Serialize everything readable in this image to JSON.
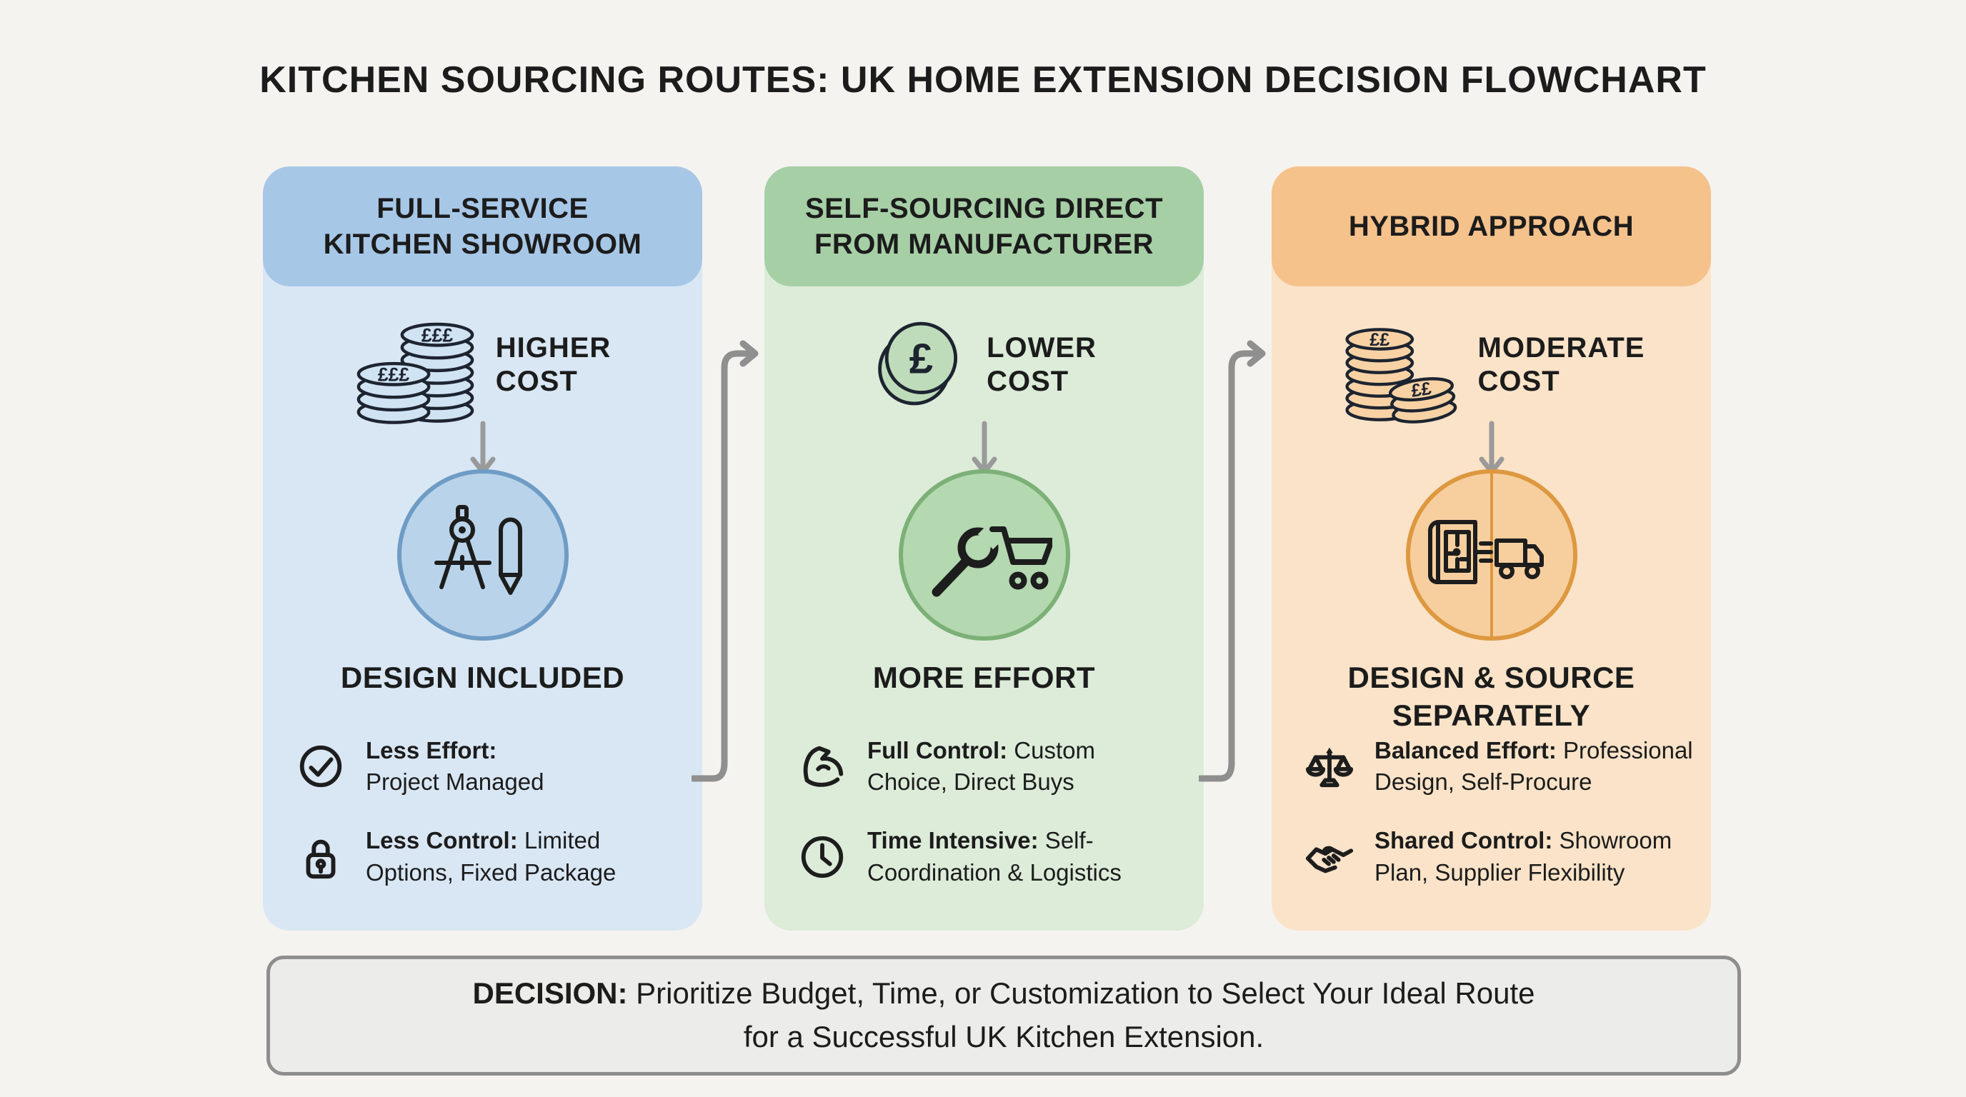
{
  "title": "KITCHEN SOURCING ROUTES: UK HOME EXTENSION DECISION FLOWCHART",
  "colors": {
    "background": "#f5f3ef",
    "text": "#1c1c1c",
    "arrow": "#9a9a9a",
    "connector": "#8f8f8f",
    "decision_bg": "#ececea",
    "decision_border": "#8e8e8e"
  },
  "flow": {
    "down_arrow_icon": "down-arrow-icon",
    "connector_arrow_icon": "elbow-arrow-icon"
  },
  "columns": [
    {
      "id": "full-service-showroom",
      "header": "FULL-SERVICE\nKITCHEN SHOWROOM",
      "colors": {
        "header_bg": "#a7c7e7",
        "body_bg": "#d9e7f4",
        "circle_fill": "#b9d3ea",
        "circle_border": "#6f9cc5",
        "coin_fill": "#cfe3f3"
      },
      "cost": {
        "icon": "pound-coin-stacks-icon",
        "coin_text": "£££",
        "label": "HIGHER\nCOST"
      },
      "center": {
        "icon": "drafting-compass-pencil-icon",
        "label": "DESIGN INCLUDED"
      },
      "bullets": [
        {
          "icon": "check-circle-icon",
          "bold": "Less Effort:",
          "text": "\nProject Managed"
        },
        {
          "icon": "padlock-icon",
          "bold": "Less Control:",
          "text": " Limited\nOptions, Fixed Package"
        }
      ]
    },
    {
      "id": "self-sourcing-direct",
      "header": "SELF-SOURCING DIRECT\nFROM MANUFACTURER",
      "colors": {
        "header_bg": "#a6cfa6",
        "body_bg": "#dcecd9",
        "circle_fill": "#b4d8b0",
        "circle_border": "#7cb077",
        "coin_fill": "#bedcba"
      },
      "cost": {
        "icon": "pound-coin-icon",
        "coin_text": "£",
        "label": "LOWER\nCOST"
      },
      "center": {
        "icon": "wrench-shopping-cart-icon",
        "label": "MORE EFFORT"
      },
      "bullets": [
        {
          "icon": "flexed-arm-icon",
          "bold": "Full Control:",
          "text": " Custom\nChoice, Direct Buys"
        },
        {
          "icon": "clock-icon",
          "bold": "Time Intensive:",
          "text": " Self-\nCoordination & Logistics"
        }
      ]
    },
    {
      "id": "hybrid-approach",
      "header": "HYBRID APPROACH",
      "colors": {
        "header_bg": "#f5c28c",
        "body_bg": "#fae3c8",
        "circle_fill": "#f7cf9f",
        "circle_border": "#dd9840",
        "coin_fill": "#f8d2a4"
      },
      "cost": {
        "icon": "pound-coin-stacks-icon",
        "coin_text": "££",
        "label": "MODERATE\nCOST"
      },
      "center": {
        "icon": "blueprint-delivery-truck-icon",
        "label": "DESIGN & SOURCE\nSEPARATELY"
      },
      "bullets": [
        {
          "icon": "balance-scale-icon",
          "bold": "Balanced Effort:",
          "text": " Professional\nDesign, Self-Procure"
        },
        {
          "icon": "handshake-icon",
          "bold": "Shared Control:",
          "text": " Showroom\nPlan, Supplier Flexibility"
        }
      ]
    }
  ],
  "decision": {
    "bold": "DECISION:",
    "text": " Prioritize Budget, Time, or Customization to Select Your Ideal Route\nfor a Successful UK Kitchen Extension."
  }
}
